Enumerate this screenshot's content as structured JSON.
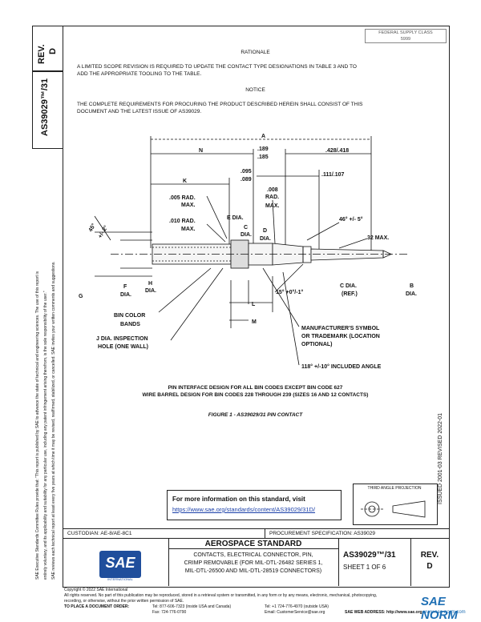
{
  "header": {
    "rev_label": "REV.",
    "rev_value": "D",
    "doc_number": "AS39029™/31",
    "reaffirm_stamp_line1": "FEDERAL SUPPLY CLASS",
    "reaffirm_stamp_line2": "5999"
  },
  "rationale": {
    "title": "RATIONALE",
    "text_line1": "A LIMITED SCOPE REVISION IS REQUIRED TO UPDATE THE CONTACT TYPE DESIGNATIONS IN TABLE 3 AND TO",
    "text_line2": "ADD THE APPROPRIATE TOOLING TO THE TABLE."
  },
  "notice": {
    "title": "NOTICE",
    "text_line1": "THE COMPLETE REQUIREMENTS FOR PROCURING THE PRODUCT DESCRIBED HEREIN SHALL CONSIST OF THIS",
    "text_line2": "DOCUMENT AND THE LATEST ISSUE OF AS39029."
  },
  "drawing": {
    "dims": {
      "A": "A",
      "N": "N",
      "d189": ".189",
      "d185": ".185",
      "d428": ".428/.418",
      "d095": ".095",
      "d089": ".089",
      "d111": ".111/.107",
      "K": "K",
      "rad005": ".005 RAD.",
      "max1": "MAX.",
      "rad010": ".010 RAD.",
      "max2": "MAX.",
      "rad008": ".008",
      "rad008b": "RAD.",
      "max3": "MAX.",
      "edia": "E DIA.",
      "c": "C",
      "dia_c": "DIA.",
      "d": "D",
      "dia_d": "DIA.",
      "angle46": "46° +/- 5°",
      "max32": "32 MAX.",
      "angle45": "45°",
      "angle45tol": "+/- 2°",
      "G": "G",
      "F": "F",
      "dia_f": "DIA.",
      "H": "H",
      "dia_h": "DIA.",
      "L": "L",
      "M": "M",
      "angle15": "15° +0°/-1°",
      "cdia_ref": "C DIA.",
      "ref": "(REF.)",
      "B": "B",
      "dia_b": "DIA."
    },
    "callouts": {
      "bin_color": "BIN COLOR",
      "bands": "BANDS",
      "jdia": "J DIA. INSPECTION",
      "hole": "HOLE (ONE WALL)",
      "mfr1": "MANUFACTURER'S SYMBOL",
      "mfr2": "OR TRADEMARK (LOCATION",
      "mfr3": "OPTIONAL)",
      "included": "118° +/-10° INCLUDED ANGLE"
    },
    "note1": "PIN INTERFACE DESIGN FOR ALL BIN CODES EXCEPT BIN CODE 627",
    "note2": "WIRE BARREL DESIGN FOR BIN CODES 228 THROUGH 239 (SIZES 16 AND 12 CONTACTS)",
    "figure_caption": "FIGURE 1 - AS39029/31 PIN CONTACT"
  },
  "more_info": {
    "text": "For more information on this standard, visit",
    "link": "https://www.sae.org/standards/content/AS39029/31D/"
  },
  "third_angle": "THIRD ANGLE PROJECTION",
  "right_vertical": "ISSUED 2001-03    REVISED 2022-01",
  "left_vertical": {
    "line1": "SAE Executive Standards Committee Rules provide that: \"This report is published by SAE to advance the state of technical and engineering sciences. The use of this report is",
    "line2": "entirely voluntary, and its applicability and suitability for any particular use, including any patent infringement arising therefrom, is the sole responsibility of the user.\"",
    "line3": "SAE reviews each technical report at least every five years at which time it may be revised, reaffirmed, stabilized, or cancelled. SAE invites your written comments and suggestions."
  },
  "title_block": {
    "custodian": "CUSTODIAN: AE-8/AE-8C1",
    "procurement": "PROCUREMENT SPECIFICATION: AS39029",
    "logo_text": "SAE",
    "logo_sub": "INTERNATIONAL",
    "standard": "AEROSPACE STANDARD",
    "desc1": "CONTACTS, ELECTRICAL CONNECTOR, PIN,",
    "desc2": "CRIMP REMOVABLE (FOR MIL-DTL-26482 SERIES 1,",
    "desc3": "MIL-DTL-26500 AND MIL-DTL-28519 CONNECTORS)",
    "number": "AS39029™/31",
    "sheet": "SHEET 1 OF 6",
    "rev_label": "REV.",
    "rev_value": "D"
  },
  "footer": {
    "copyright": "Copyright © 2022 SAE International",
    "rights1": "All rights reserved. No part of this publication may be reproduced, stored in a retrieval system or transmitted, in any form or by any means, electronic, mechanical, photocopying,",
    "rights2": "recording, or otherwise, without the prior written permission of SAE.",
    "order": "TO PLACE A DOCUMENT ORDER:",
    "tel1": "Tel: 877-606-7323 (inside USA and Canada)",
    "tel2": "Tel: +1 724-776-4970 (outside USA)",
    "fax": "Fax: 724-776-0790",
    "email": "Email: CustomerService@sae.org",
    "web": "SAE WEB ADDRESS: http://www.sae.org",
    "watermark": "SAE NORM",
    "watermark_sub": "www.sae-norm.com"
  }
}
